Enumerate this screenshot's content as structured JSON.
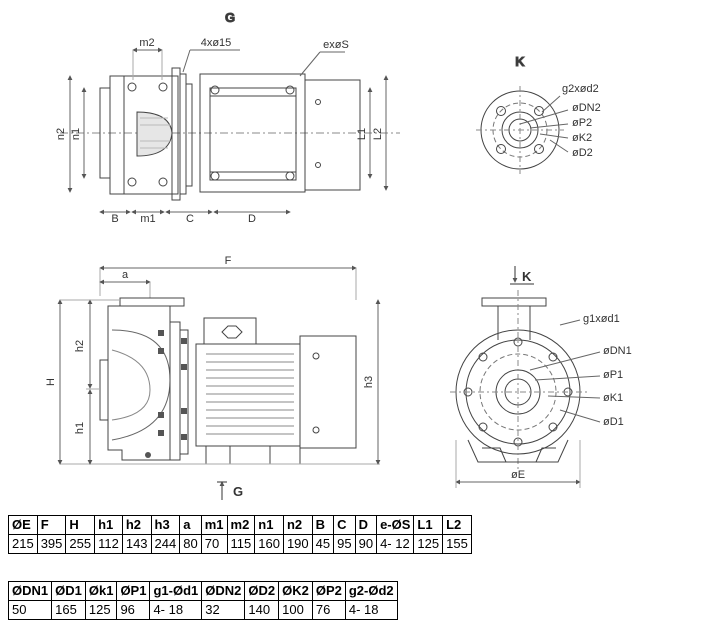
{
  "view_titles": {
    "top_view": "G",
    "flange_view": "K",
    "front_view_arrow": "G",
    "side_view_arrow": "K"
  },
  "labels": {
    "top": {
      "m2": "m2",
      "holes": "4xø15",
      "exS": "exøS",
      "n2": "n2",
      "n1": "n1",
      "L1": "L1",
      "L2": "L2",
      "B": "B",
      "m1": "m1",
      "C": "C",
      "D": "D"
    },
    "flange": {
      "g2": "g2xød2",
      "DN2": "øDN2",
      "P2": "øP2",
      "K2": "øK2",
      "D2": "øD2"
    },
    "front": {
      "F": "F",
      "a": "a",
      "h2": "h2",
      "H": "H",
      "h1": "h1",
      "h3": "h3"
    },
    "side": {
      "g1": "g1xød1",
      "DN1": "øDN1",
      "P1": "øP1",
      "K1": "øK1",
      "D1": "øD1",
      "E": "øE"
    }
  },
  "table1": {
    "headers": [
      "ØE",
      "F",
      "H",
      "h1",
      "h2",
      "h3",
      "a",
      "m1",
      "m2",
      "n1",
      "n2",
      "B",
      "C",
      "D",
      "e-ØS",
      "L1",
      "L2"
    ],
    "values": [
      "215",
      "395",
      "255",
      "112",
      "143",
      "244",
      "80",
      "70",
      "115",
      "160",
      "190",
      "45",
      "95",
      "90",
      "4- 12",
      "125",
      "155"
    ]
  },
  "table2": {
    "headers": [
      "ØDN1",
      "ØD1",
      "Øk1",
      "ØP1",
      "g1-Ød1",
      "ØDN2",
      "ØD2",
      "ØK2",
      "ØP2",
      "g2-Ød2"
    ],
    "values": [
      "50",
      "165",
      "125",
      "96",
      "4- 18",
      "32",
      "140",
      "100",
      "76",
      "4- 18"
    ]
  }
}
